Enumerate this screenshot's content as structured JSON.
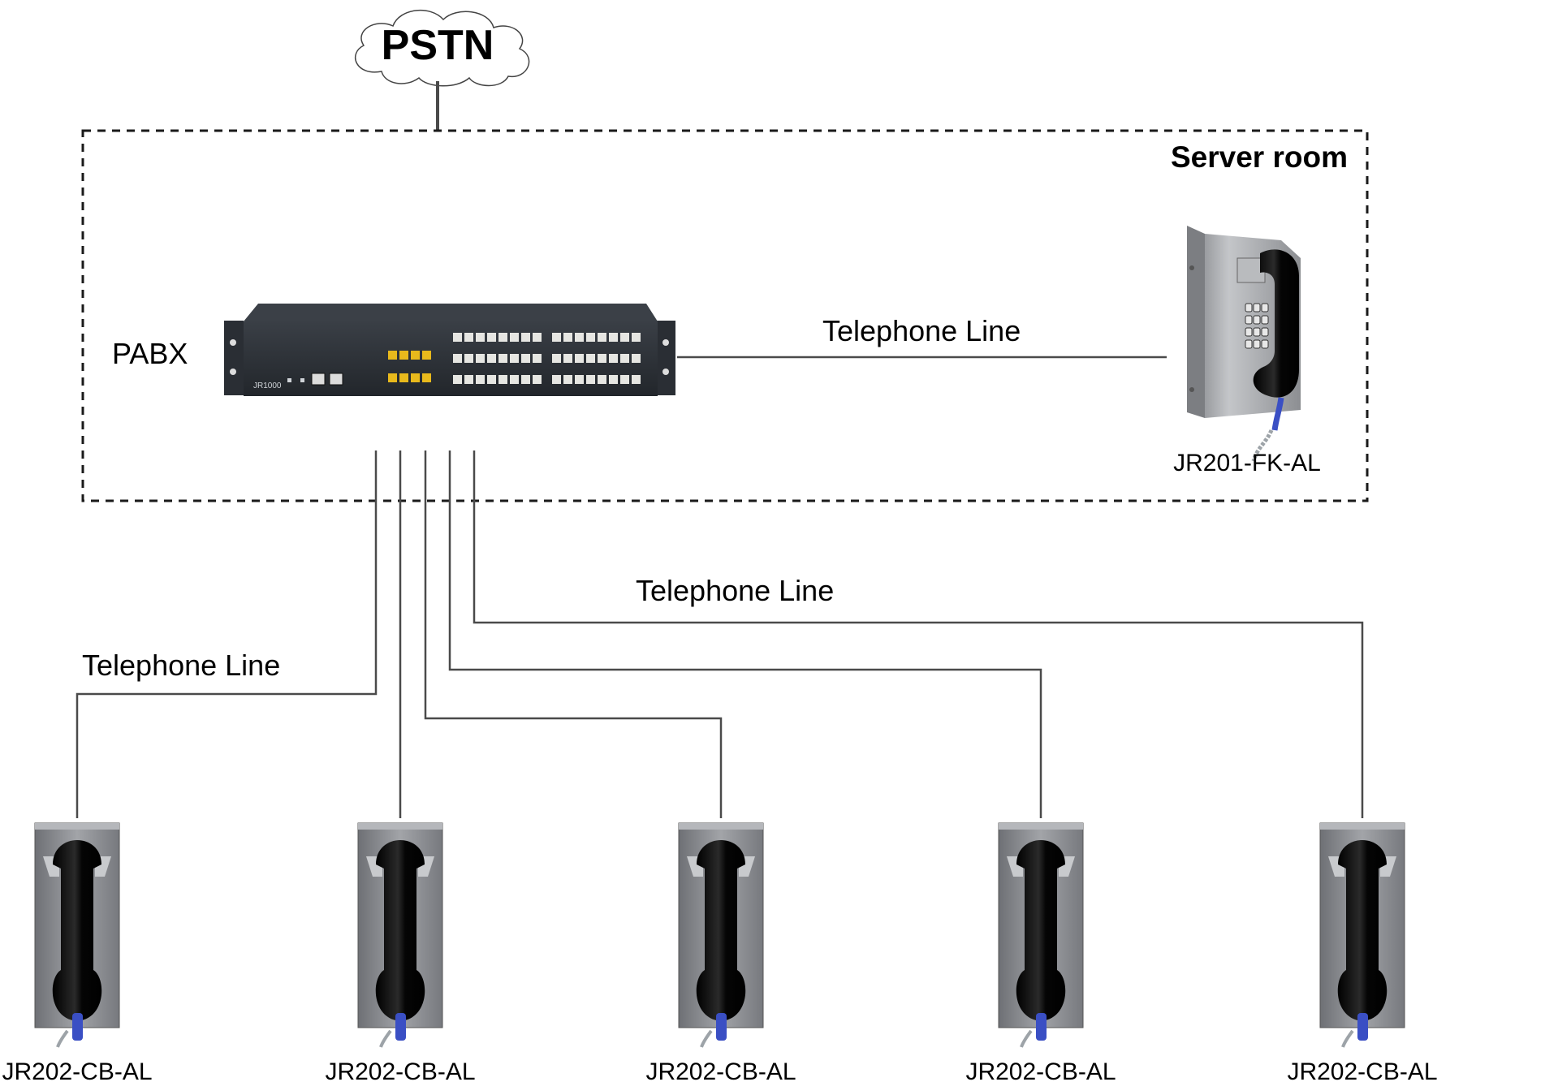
{
  "cloud": {
    "label": "PSTN"
  },
  "server_room": {
    "title": "Server room"
  },
  "pabx": {
    "label": "PABX",
    "model_text": "JR1000"
  },
  "room_phone": {
    "model": "JR201-FK-AL"
  },
  "line_labels": {
    "room_line": "Telephone Line",
    "middle_line": "Telephone Line",
    "left_line": "Telephone Line"
  },
  "phones": [
    {
      "model": "JR202-CB-AL"
    },
    {
      "model": "JR202-CB-AL"
    },
    {
      "model": "JR202-CB-AL"
    },
    {
      "model": "JR202-CB-AL"
    },
    {
      "model": "JR202-CB-AL"
    }
  ],
  "colors": {
    "dashed_border": "#1a1a1a",
    "wire": "#4a4a4a",
    "pabx_body": "#2b2f35",
    "port_yellow": "#e8b91c",
    "port_white": "#e6e6e2",
    "phone_plate": "#8e9095",
    "handset": "#0d0d0d",
    "cord_blue": "#3a4fc4"
  }
}
